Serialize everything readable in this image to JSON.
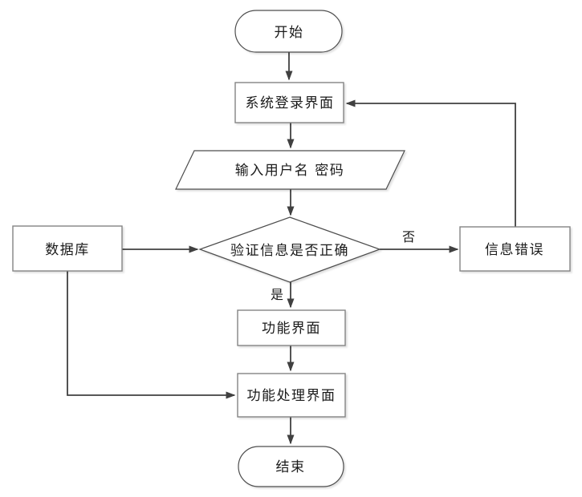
{
  "diagram": {
    "title": "login-flowchart",
    "nodes": {
      "start": {
        "label": "开始",
        "type": "terminator"
      },
      "login": {
        "label": "系统登录界面",
        "type": "process"
      },
      "input": {
        "label": "输入用户名 密码",
        "type": "input-output"
      },
      "verify": {
        "label": "验证信息是否正确",
        "type": "decision"
      },
      "database": {
        "label": "数据库",
        "type": "process"
      },
      "error": {
        "label": "信息错误",
        "type": "process"
      },
      "function": {
        "label": "功能界面",
        "type": "process"
      },
      "process": {
        "label": "功能处理界面",
        "type": "process"
      },
      "end": {
        "label": "结束",
        "type": "terminator"
      }
    },
    "edge_labels": {
      "yes": "是",
      "no": "否"
    },
    "colors": {
      "line": "#404040",
      "rect_border": "#848484",
      "shape_border": "#4d4d4d",
      "fill": "#ffffff",
      "text": "#1a1a1a",
      "background": "#ffffff"
    }
  }
}
